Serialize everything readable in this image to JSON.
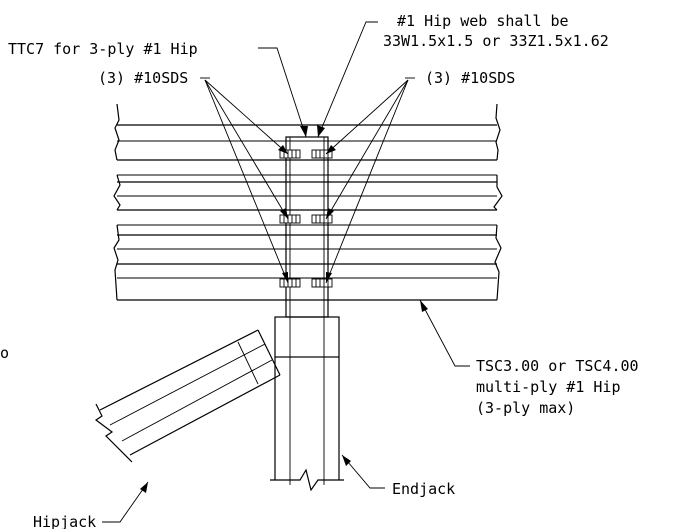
{
  "labels": {
    "ttc7": "TTC7 for 3-ply #1 Hip",
    "web_line1": "#1 Hip web shall be",
    "web_line2": "33W1.5x1.5 or 33Z1.5x1.62",
    "sds_left": "(3) #10SDS",
    "sds_right": "(3) #10SDS",
    "tsc_line1": "TSC3.00 or TSC4.00",
    "tsc_line2": "multi-ply #1 Hip",
    "tsc_line3": "(3-ply max)",
    "endjack": "Endjack",
    "hipjack": "Hipjack",
    "stray_mark": "o"
  }
}
